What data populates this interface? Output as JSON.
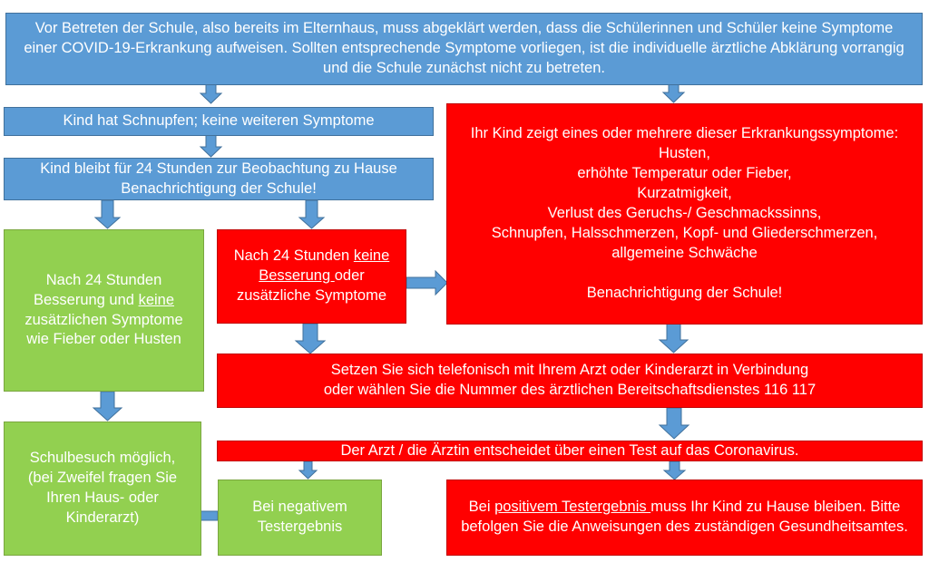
{
  "boxes": {
    "intro": "Vor Betreten der Schule, also bereits im Elternhaus, muss abgeklärt werden, dass die Schülerinnen und Schüler keine Symptome einer COVID-19-Erkrankung aufweisen. Sollten entsprechende Symptome vorliegen, ist die individuelle ärztliche Abklärung vorrangig und die Schule zunächst nicht zu betreten.",
    "schnupfen": "Kind hat Schnupfen; keine weiteren Symptome",
    "beobachtung_1": "Kind bleibt für 24 Stunden zur Beobachtung zu Hause",
    "beobachtung_2": "Benachrichtigung der Schule!",
    "besserung_1": "Nach 24 Stunden Besserung und ",
    "besserung_u": "keine",
    "besserung_2": " zusätzlichen Symptome wie Fieber oder Husten",
    "keine_1": "Nach 24 Stunden ",
    "keine_u": "keine Besserung ",
    "keine_2": "oder zusätzliche Symptome",
    "symptome_title": "Ihr Kind zeigt eines oder mehrere dieser  Erkrankungssymptome:",
    "symptome_list": [
      "Husten,",
      "erhöhte Temperatur oder Fieber,",
      "Kurzatmigkeit,",
      "Verlust des Geruchs-/ Geschmackssinns,",
      "Schnupfen, Halsschmerzen, Kopf- und Gliederschmerzen,",
      "allgemeine Schwäche"
    ],
    "symptome_footer": "Benachrichtigung der Schule!",
    "arzt_1": "Setzen Sie sich telefonisch mit Ihrem Arzt oder Kinderarzt in Verbindung",
    "arzt_2": "oder wählen Sie die Nummer des ärztlichen Bereitschaftsdienstes 116 117",
    "test": "Der Arzt / die Ärztin entscheidet über einen Test auf das Coronavirus.",
    "schulbesuch": "Schulbesuch möglich, (bei Zweifel fragen Sie Ihren Haus- oder Kinderarzt)",
    "negativ": "Bei negativem Testergebnis",
    "positiv_u": "positivem Testergebnis ",
    "positiv_1": "Bei ",
    "positiv_2": "muss Ihr Kind zu Hause bleiben. Bitte befolgen Sie die Anweisungen des zuständigen Gesundheitsamtes."
  },
  "colors": {
    "blue": "#5b9bd5",
    "red": "#ff0000",
    "green": "#92d050",
    "arrow": "#5b9bd5"
  }
}
